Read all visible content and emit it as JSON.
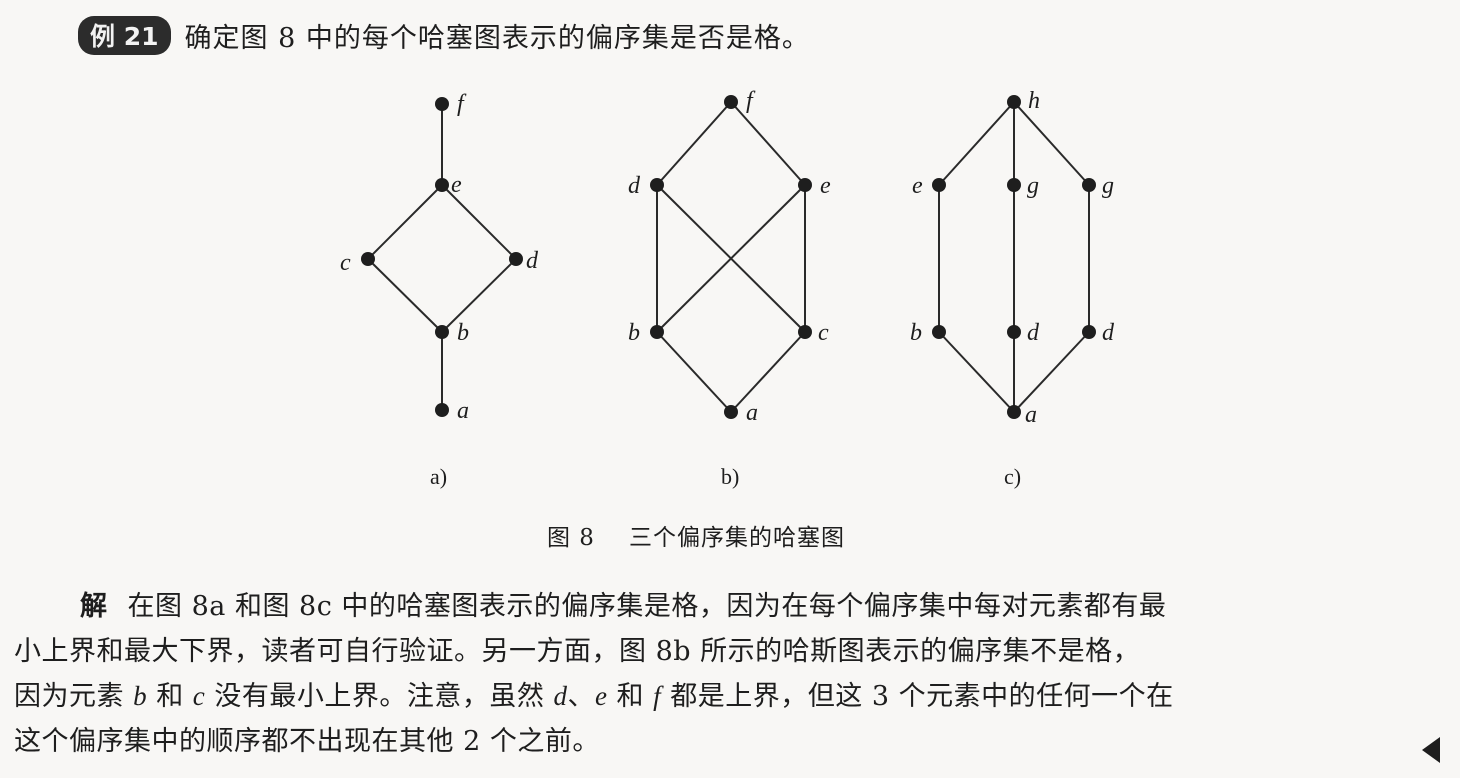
{
  "example": {
    "badge": "例 21",
    "text": "确定图 8 中的每个哈塞图表示的偏序集是否是格。"
  },
  "figure": {
    "caption_number": "图 8",
    "caption_text": "三个偏序集的哈塞图",
    "diagrams": [
      {
        "label": "a)",
        "nodes": [
          "f",
          "e",
          "c",
          "d",
          "b",
          "a"
        ],
        "edges": [
          [
            "f",
            "e"
          ],
          [
            "e",
            "c"
          ],
          [
            "e",
            "d"
          ],
          [
            "c",
            "b"
          ],
          [
            "d",
            "b"
          ],
          [
            "b",
            "a"
          ]
        ]
      },
      {
        "label": "b)",
        "nodes": [
          "f",
          "d",
          "e",
          "b",
          "c",
          "a"
        ],
        "edges": [
          [
            "f",
            "d"
          ],
          [
            "f",
            "e"
          ],
          [
            "d",
            "b"
          ],
          [
            "d",
            "c"
          ],
          [
            "e",
            "b"
          ],
          [
            "e",
            "c"
          ],
          [
            "b",
            "a"
          ],
          [
            "c",
            "a"
          ]
        ]
      },
      {
        "label": "c)",
        "nodes": [
          "h",
          "e",
          "g",
          "g",
          "b",
          "d",
          "d",
          "a"
        ],
        "edges": [
          [
            "h",
            "e"
          ],
          [
            "h",
            "g"
          ],
          [
            "h",
            "g"
          ],
          [
            "e",
            "b"
          ],
          [
            "g",
            "d"
          ],
          [
            "g",
            "d"
          ],
          [
            "b",
            "a"
          ],
          [
            "d",
            "a"
          ],
          [
            "d",
            "a"
          ]
        ]
      }
    ]
  },
  "solution": {
    "head": "解",
    "line1": "在图 8a 和图 8c 中的哈塞图表示的偏序集是格，因为在每个偏序集中每对元素都有最",
    "line2": "小上界和最大下界，读者可自行验证。另一方面，图 8b 所示的哈斯图表示的偏序集不是格，",
    "line3_a": "因为元素",
    "var_b": "b",
    "line3_b": "和",
    "var_c": "c",
    "line3_c": "没有最小上界。注意，虽然",
    "var_d": "d",
    "line3_d": "、",
    "var_e": "e",
    "line3_e": "和",
    "var_f": "f",
    "line3_f": "都是上界，但这 3 个元素中的任何一个在",
    "line4": "这个偏序集中的顺序都不出现在其他 2 个之前。"
  }
}
